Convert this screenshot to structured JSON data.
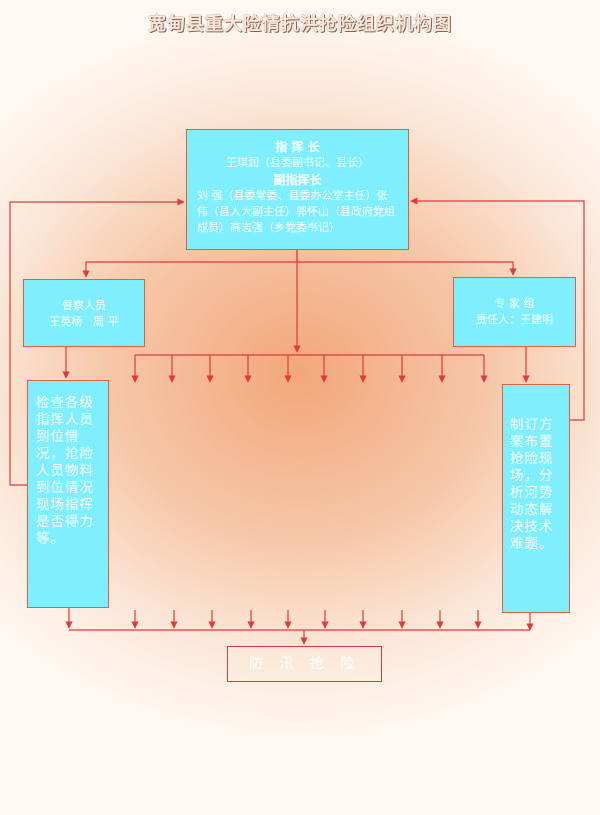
{
  "title": "宽甸县重大险情抗洪抢险组织机构图",
  "commander": {
    "heading": "指 挥 长",
    "name_line": "王琪润（县委副书记、县长）",
    "deputy_heading": "副指挥长",
    "deputies_text": "刘 强（县委常委、县委办公室主任）张 伟（县人大副主任）郭怀山（县政府党组成员）高志强（乡党委书记）"
  },
  "supervision": {
    "title": "督察人员",
    "members": "王英杨　周 平"
  },
  "expert_group": {
    "title": "专 家 组",
    "leader": "责任人：王建明"
  },
  "supervision_task": "检查各级指挥人员到位情况，抢险人员物料到位情况现场指挥是否得力等。",
  "expert_task": "制订方案布置抢险现场，分析河势动态解决技术难题。",
  "flood_action": "防 汛 抢 险",
  "colors": {
    "box_fill": "#7fefff",
    "line": "#e03a3a"
  }
}
